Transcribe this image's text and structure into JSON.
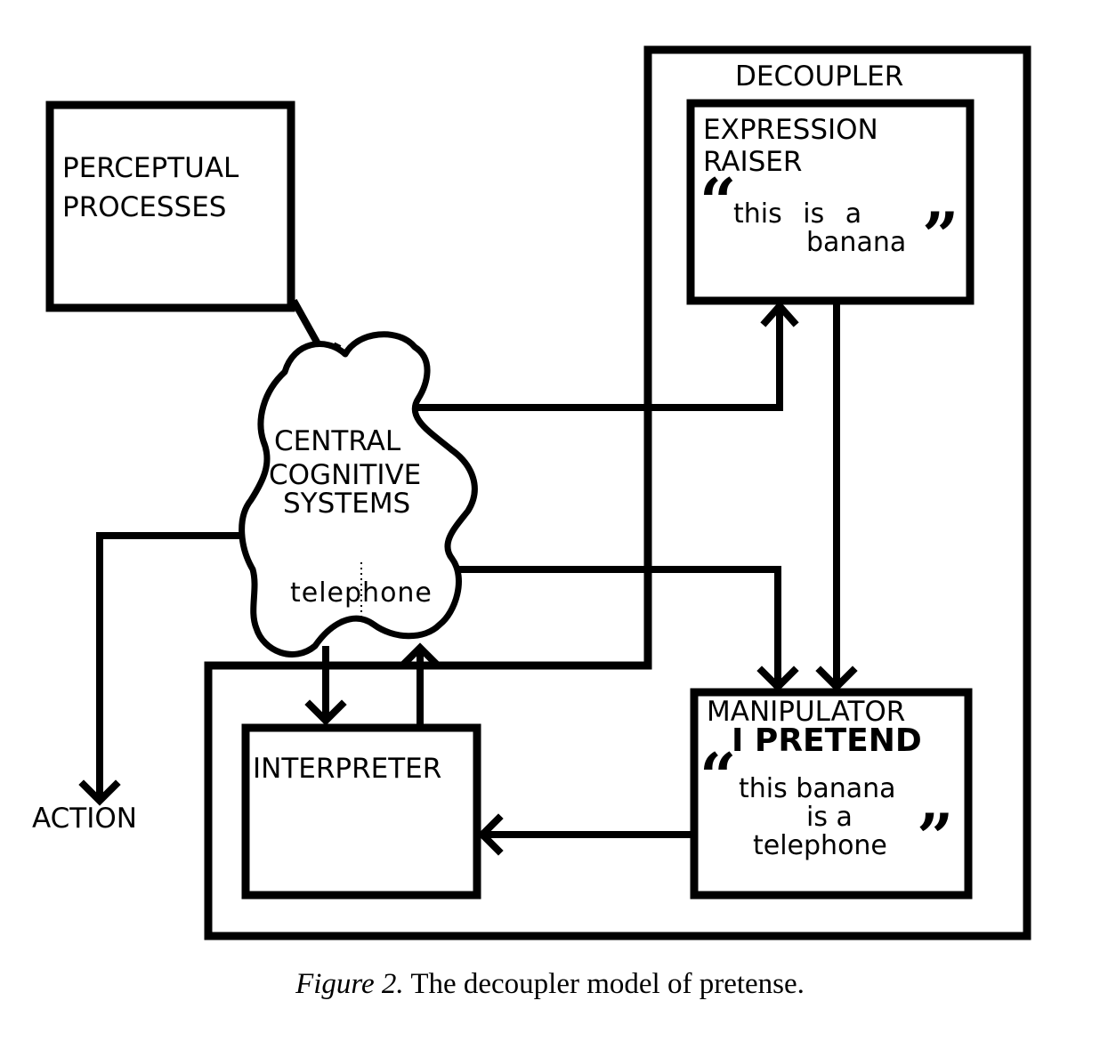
{
  "diagram": {
    "decoupler": {
      "title": "DECOUPLER"
    },
    "perceptual": {
      "line1": "PERCEPTUAL",
      "line2": "PROCESSES"
    },
    "central": {
      "line1": "CENTRAL",
      "line2": "COGNITIVE",
      "line3": "SYSTEMS",
      "word": "telephone"
    },
    "expression_raiser": {
      "line1": "EXPRESSION",
      "line2": "RAISER",
      "open_quote": "“",
      "quote_line1": "this is a",
      "quote_line2": "banana",
      "close_quote": "”"
    },
    "manipulator": {
      "title": "MANIPULATOR",
      "subtitle": "I PRETEND",
      "open_quote": "“",
      "quote_line1": "this banana",
      "quote_line2": "is a",
      "quote_line3": "telephone",
      "close_quote": "”"
    },
    "interpreter": {
      "label": "INTERPRETER"
    },
    "action": {
      "label": "ACTION"
    }
  },
  "caption": {
    "figure_label": "Figure 2.",
    "text": "The decoupler model of pretense."
  }
}
